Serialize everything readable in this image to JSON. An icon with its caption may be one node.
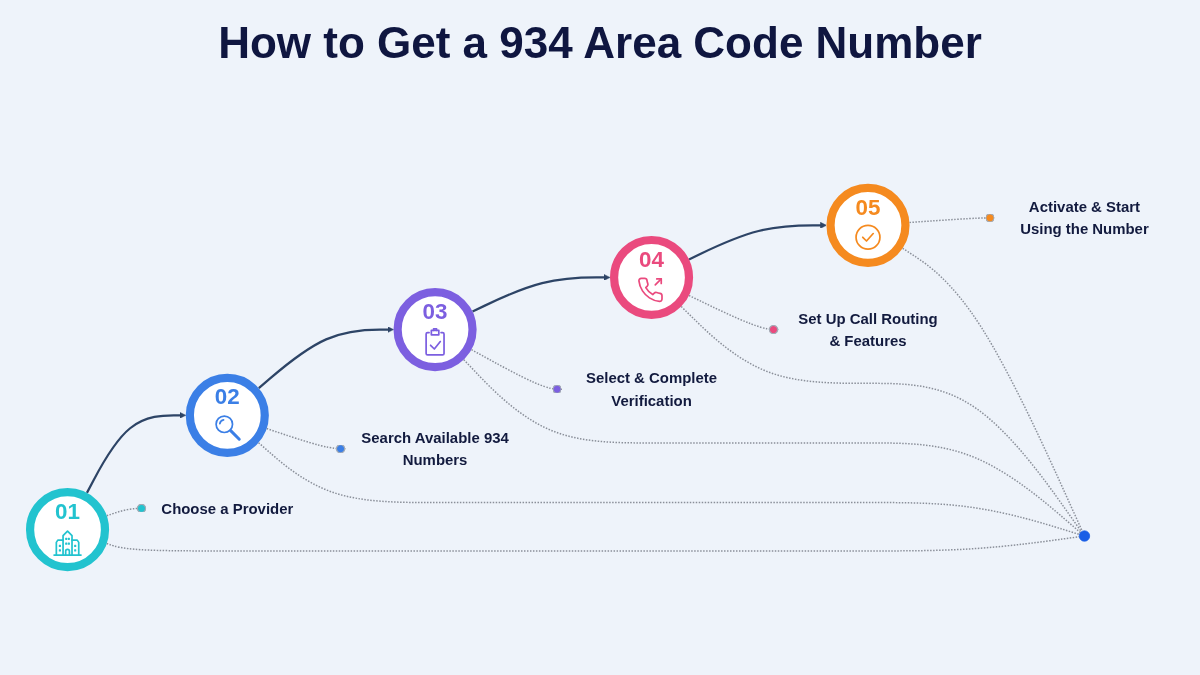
{
  "diagram": {
    "title": "How to Get a 934 Area Code Number",
    "nodes": [
      {
        "text": [],
        "shape": "circle"
      },
      {
        "text": [
          "01"
        ]
      },
      {
        "text": [
          "02"
        ]
      },
      {
        "text": [
          "03"
        ]
      },
      {
        "text": [
          "04"
        ]
      },
      {
        "text": [
          "05"
        ]
      },
      {
        "text": [
          "Choose a Provider"
        ]
      },
      {
        "text": [
          "Search Available 934 Numbers"
        ]
      },
      {
        "text": [
          "Select & Complete Verification"
        ]
      },
      {
        "text": [
          "Set Up Call Routing & Features"
        ]
      },
      {
        "text": [
          "Activate & Start Using the Number"
        ]
      }
    ],
    "edges": [
      {
        "from": 1,
        "to": 2,
        "arrow": "to",
        "color": "#2d4466"
      },
      {
        "from": 2,
        "to": 3,
        "arrow": "to",
        "color": "#2d4466"
      },
      {
        "from": 3,
        "to": 4,
        "arrow": "to",
        "color": "#2d4466"
      },
      {
        "from": 4,
        "to": 5,
        "arrow": "to",
        "color": "#2d4466"
      },
      {
        "from": 1,
        "to": 6,
        "arrow": "other",
        "style": "dashed"
      },
      {
        "from": 2,
        "to": 7,
        "arrow": "other",
        "style": "dashed"
      },
      {
        "from": 3,
        "to": 8,
        "arrow": "other",
        "style": "dashed"
      },
      {
        "from": 4,
        "to": 9,
        "arrow": "other",
        "style": "dashed"
      },
      {
        "from": 5,
        "to": 10,
        "arrow": "other",
        "style": "dashed"
      },
      {
        "from": 1,
        "to": 0,
        "arrow": "none",
        "style": "dashed"
      },
      {
        "from": 2,
        "to": 0,
        "arrow": "none",
        "style": "dashed"
      },
      {
        "from": 3,
        "to": 0,
        "arrow": "none",
        "style": "dashed"
      },
      {
        "from": 4,
        "to": 0,
        "arrow": "none",
        "style": "dashed"
      },
      {
        "from": 5,
        "to": 0,
        "arrow": "none",
        "style": "dashed"
      }
    ]
  }
}
